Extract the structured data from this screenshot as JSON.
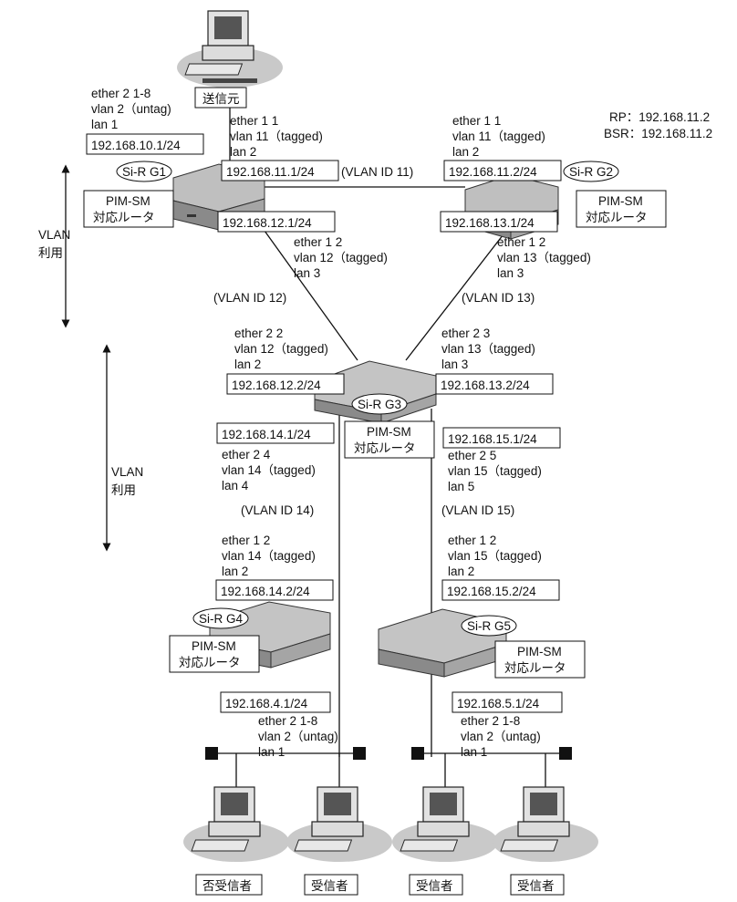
{
  "legend": {
    "rp": "RP：192.168.11.2",
    "bsr": "BSR：192.168.11.2"
  },
  "sender": {
    "label": "送信元"
  },
  "vlan_left_top": {
    "line1": "VLAN",
    "line2": "利用"
  },
  "vlan_left_mid": {
    "line1": "VLAN",
    "line2": "利用"
  },
  "g1": {
    "name": "Si-R G1",
    "role1": "PIM-SM",
    "role2": "対応ルータ",
    "ports_lan1": [
      "ether 2 1-8",
      "vlan 2（untag)",
      "lan 1"
    ],
    "addr_lan1": "192.168.10.1/24",
    "ports_lan2": [
      "ether 1 1",
      "vlan 11（tagged)",
      "lan 2"
    ],
    "addr_lan2": "192.168.11.1/24",
    "addr_lan3": "192.168.12.1/24",
    "ports_lan3": [
      "ether 1 2",
      "vlan 12（tagged)",
      "lan 3"
    ]
  },
  "g2": {
    "name": "Si-R G2",
    "role1": "PIM-SM",
    "role2": "対応ルータ",
    "ports_lan2": [
      "ether 1 1",
      "vlan 11（tagged)",
      "lan 2"
    ],
    "addr_lan2": "192.168.11.2/24",
    "addr_lan3": "192.168.13.1/24",
    "ports_lan3": [
      "ether 1 2",
      "vlan 13（tagged)",
      "lan 3"
    ]
  },
  "g3": {
    "name": "Si-R G3",
    "role1": "PIM-SM",
    "role2": "対応ルータ",
    "ports_lan2": [
      "ether 2 2",
      "vlan 12（tagged)",
      "lan 2"
    ],
    "addr_lan2": "192.168.12.2/24",
    "ports_lan3": [
      "ether 2 3",
      "vlan 13（tagged)",
      "lan 3"
    ],
    "addr_lan3": "192.168.13.2/24",
    "addr_lan4": "192.168.14.1/24",
    "ports_lan4": [
      "ether 2 4",
      "vlan 14（tagged)",
      "lan 4"
    ],
    "addr_lan5": "192.168.15.1/24",
    "ports_lan5": [
      "ether 2 5",
      "vlan 15（tagged)",
      "lan 5"
    ]
  },
  "g4": {
    "name": "Si-R G4",
    "role1": "PIM-SM",
    "role2": "対応ルータ",
    "ports_lan2": [
      "ether 1 2",
      "vlan 14（tagged)",
      "lan 2"
    ],
    "addr_lan2": "192.168.14.2/24",
    "addr_lan1": "192.168.4.1/24",
    "ports_lan1": [
      "ether 2 1-8",
      "vlan 2（untag)",
      "lan 1"
    ]
  },
  "g5": {
    "name": "Si-R G5",
    "role1": "PIM-SM",
    "role2": "対応ルータ",
    "ports_lan2": [
      "ether 1 2",
      "vlan 15（tagged)",
      "lan 2"
    ],
    "addr_lan2": "192.168.15.2/24",
    "addr_lan1": "192.168.5.1/24",
    "ports_lan1": [
      "ether 2 1-8",
      "vlan 2（untag)",
      "lan 1"
    ]
  },
  "links": {
    "vlan11": "(VLAN ID 11)",
    "vlan12": "(VLAN ID 12)",
    "vlan13": "(VLAN ID 13)",
    "vlan14": "(VLAN ID 14)",
    "vlan15": "(VLAN ID 15)"
  },
  "receivers": [
    {
      "label": "否受信者"
    },
    {
      "label": "受信者"
    },
    {
      "label": "受信者"
    },
    {
      "label": "受信者"
    }
  ]
}
